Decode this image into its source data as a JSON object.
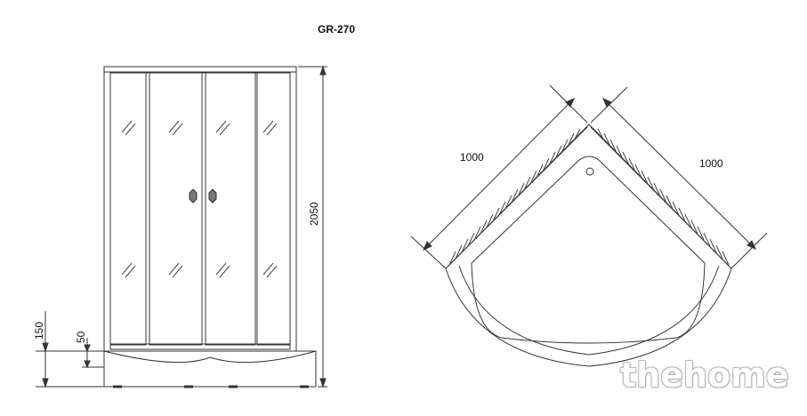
{
  "model": "GR-270",
  "front_view": {
    "height_label": "2050",
    "tray_height_label": "150",
    "step_height_label": "50"
  },
  "top_view": {
    "side_a_label": "1000",
    "side_b_label": "1000"
  },
  "watermark": "thehome",
  "colors": {
    "line": "#333333",
    "handle": "#777777"
  }
}
